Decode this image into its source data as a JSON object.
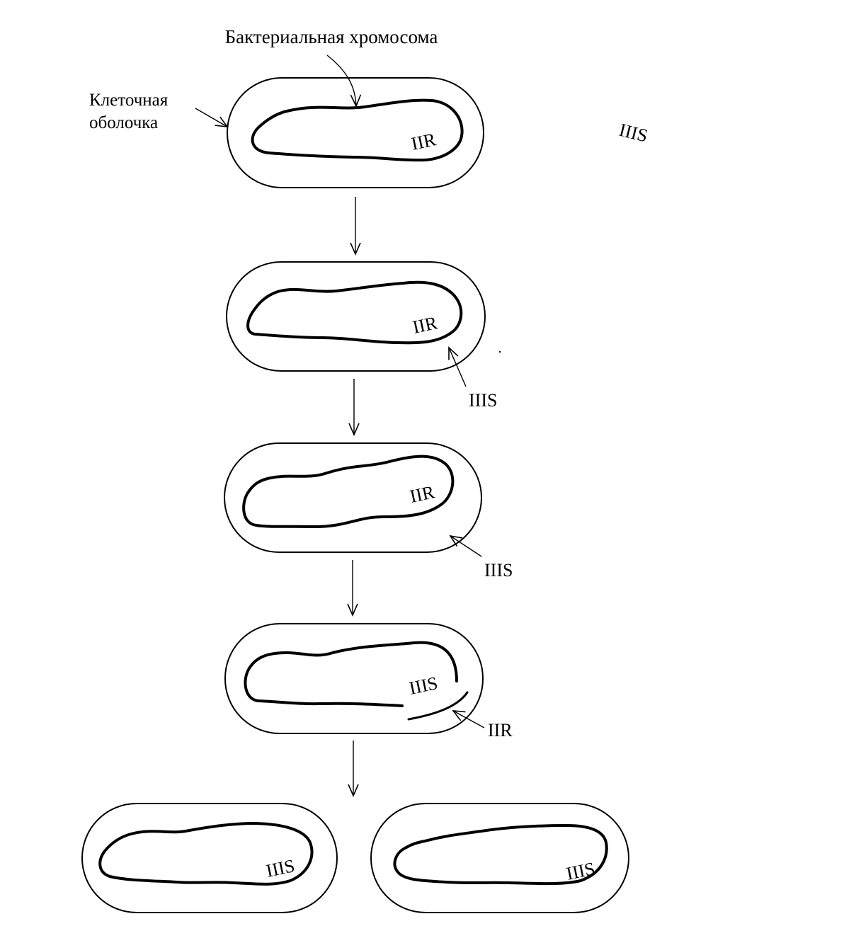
{
  "colors": {
    "ink": "#000000",
    "paper": "#ffffff"
  },
  "labels": {
    "chromosome": "Бактериальная хромосома",
    "envelope_line1": "Клеточная",
    "envelope_line2": "оболочка",
    "free_dna": "IIIS"
  },
  "cells": [
    {
      "chromosome_label": "IIR"
    },
    {
      "chromosome_label": "IIR",
      "pointer_label": "IIIS"
    },
    {
      "chromosome_label": "IIR",
      "pointer_label": "IIIS"
    },
    {
      "chromosome_label": "IIIS",
      "pointer_label": "IIR"
    },
    {
      "chromosome_label": "IIIS"
    },
    {
      "chromosome_label": "IIIS"
    }
  ]
}
